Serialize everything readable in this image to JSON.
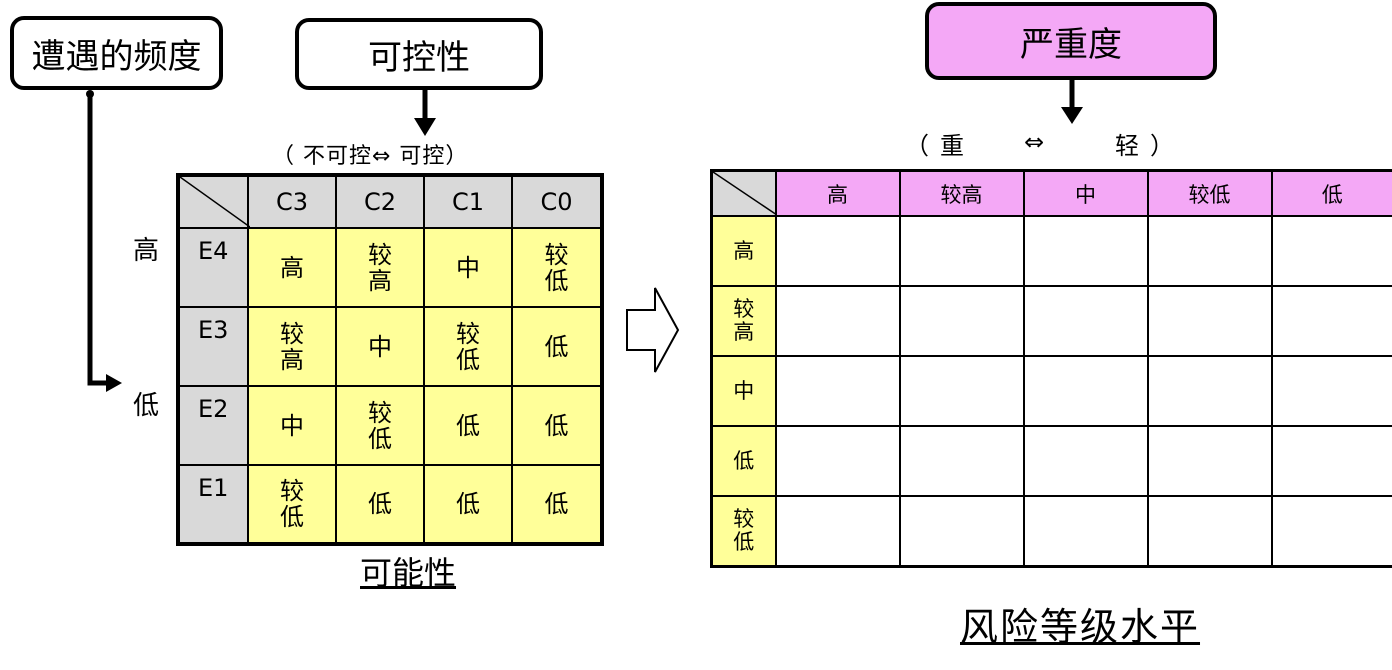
{
  "left": {
    "frequency_box": "遭遇的频度",
    "control_box": "可控性",
    "control_range": "（ 不可控⇔  可控）",
    "high_label": "高",
    "low_label": "低",
    "columns": [
      "C3",
      "C2",
      "C1",
      "C0"
    ],
    "rows": [
      {
        "label": "E4",
        "cells": [
          "高",
          "较高",
          "中",
          "较低"
        ]
      },
      {
        "label": "E3",
        "cells": [
          "较高",
          "中",
          "较低",
          "低"
        ]
      },
      {
        "label": "E2",
        "cells": [
          "中",
          "较低",
          "低",
          "低"
        ]
      },
      {
        "label": "E1",
        "cells": [
          "较低",
          "低",
          "低",
          "低"
        ]
      }
    ],
    "caption": "可能性"
  },
  "right": {
    "severity_box": "严重度",
    "severity_range_open": "（",
    "severity_heavy": "重",
    "severity_arrow": "⇔",
    "severity_light": "轻",
    "severity_range_close": "）",
    "columns": [
      "高",
      "较高",
      "中",
      "较低",
      "低"
    ],
    "rows": [
      "高",
      "较高",
      "中",
      "低",
      "较低"
    ],
    "caption": "风险等级水平"
  },
  "colors": {
    "yellow": "#ffff99",
    "pink": "#f4a8f6",
    "gray": "#d9d9d9"
  }
}
